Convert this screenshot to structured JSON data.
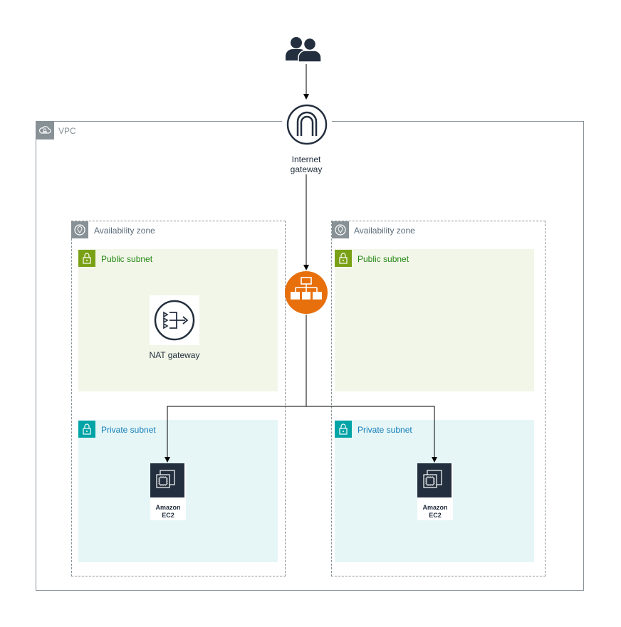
{
  "vpc": {
    "label": "VPC"
  },
  "internet_gateway": {
    "label_line1": "Internet",
    "label_line2": "gateway"
  },
  "az_left": {
    "label": "Availability zone",
    "public_subnet_label": "Public subnet",
    "private_subnet_label": "Private subnet",
    "nat_label": "NAT gateway",
    "ec2_line1": "Amazon",
    "ec2_line2": "EC2"
  },
  "az_right": {
    "label": "Availability zone",
    "public_subnet_label": "Public subnet",
    "private_subnet_label": "Private subnet",
    "ec2_line1": "Amazon",
    "ec2_line2": "EC2"
  },
  "colors": {
    "vpc_border": "#879196",
    "public_subnet": "#7aa116",
    "private_subnet": "#00a4a6",
    "load_balancer": "#e7700d",
    "ec2_tile": "#232f3e"
  },
  "icons": [
    "users-icon",
    "internet-gateway-icon",
    "load-balancer-icon",
    "nat-gateway-icon",
    "ec2-icon",
    "cloud-icon",
    "location-pin-icon",
    "lock-icon"
  ]
}
